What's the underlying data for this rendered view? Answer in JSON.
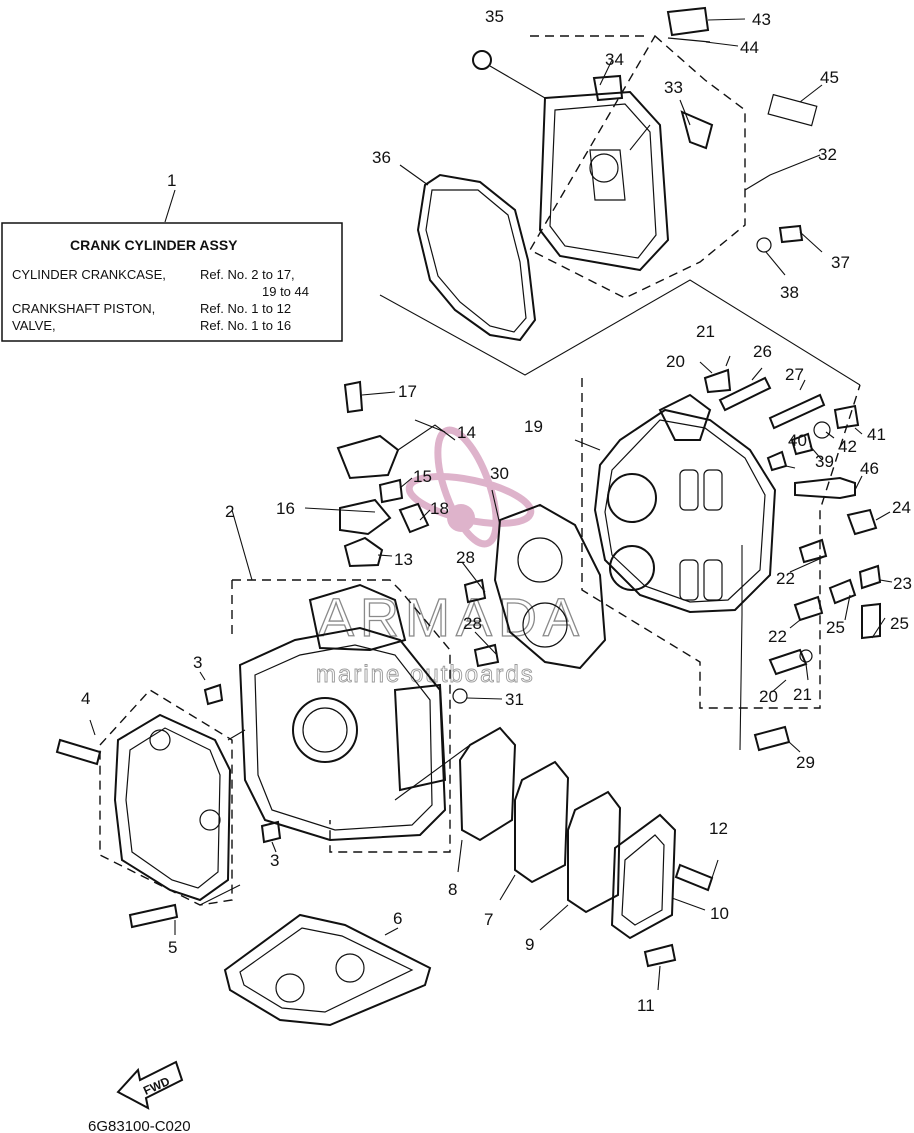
{
  "notice_box": {
    "ref": "1",
    "title": "CRANK  CYLINDER ASSY",
    "rows": [
      {
        "left": "CYLINDER CRANKCASE,",
        "right": "Ref. No. 2 to 17,"
      },
      {
        "left": "",
        "right": "19 to 44"
      },
      {
        "left": "CRANKSHAFT PISTON,",
        "right": "Ref. No. 1 to 12"
      },
      {
        "left": "VALVE,",
        "right": "Ref. No. 1 to 16"
      }
    ]
  },
  "callouts": {
    "c2": "2",
    "c3a": "3",
    "c3b": "3",
    "c4": "4",
    "c5": "5",
    "c6": "6",
    "c7": "7",
    "c8": "8",
    "c9": "9",
    "c10": "10",
    "c11": "11",
    "c12": "12",
    "c13": "13",
    "c14": "14",
    "c15": "15",
    "c16": "16",
    "c17": "17",
    "c18": "18",
    "c19": "19",
    "c20a": "20",
    "c20b": "20",
    "c21a": "21",
    "c21b": "21",
    "c22a": "22",
    "c22b": "22",
    "c23": "23",
    "c24": "24",
    "c25a": "25",
    "c25b": "25",
    "c26": "26",
    "c27": "27",
    "c28a": "28",
    "c28b": "28",
    "c29": "29",
    "c30": "30",
    "c31": "31",
    "c32": "32",
    "c33": "33",
    "c34": "34",
    "c35": "35",
    "c36": "36",
    "c37": "37",
    "c38": "38",
    "c39": "39",
    "c40": "40",
    "c41": "41",
    "c42": "42",
    "c43": "43",
    "c44": "44",
    "c45": "45",
    "c46": "46"
  },
  "fwd_label": "FWD",
  "figure_id": "6G83100-C020",
  "watermark": {
    "brand": "ARMADA",
    "tagline": "marine outboards",
    "accent_color": "#d9a6c3"
  },
  "colors": {
    "line": "#111111",
    "background": "#ffffff"
  }
}
